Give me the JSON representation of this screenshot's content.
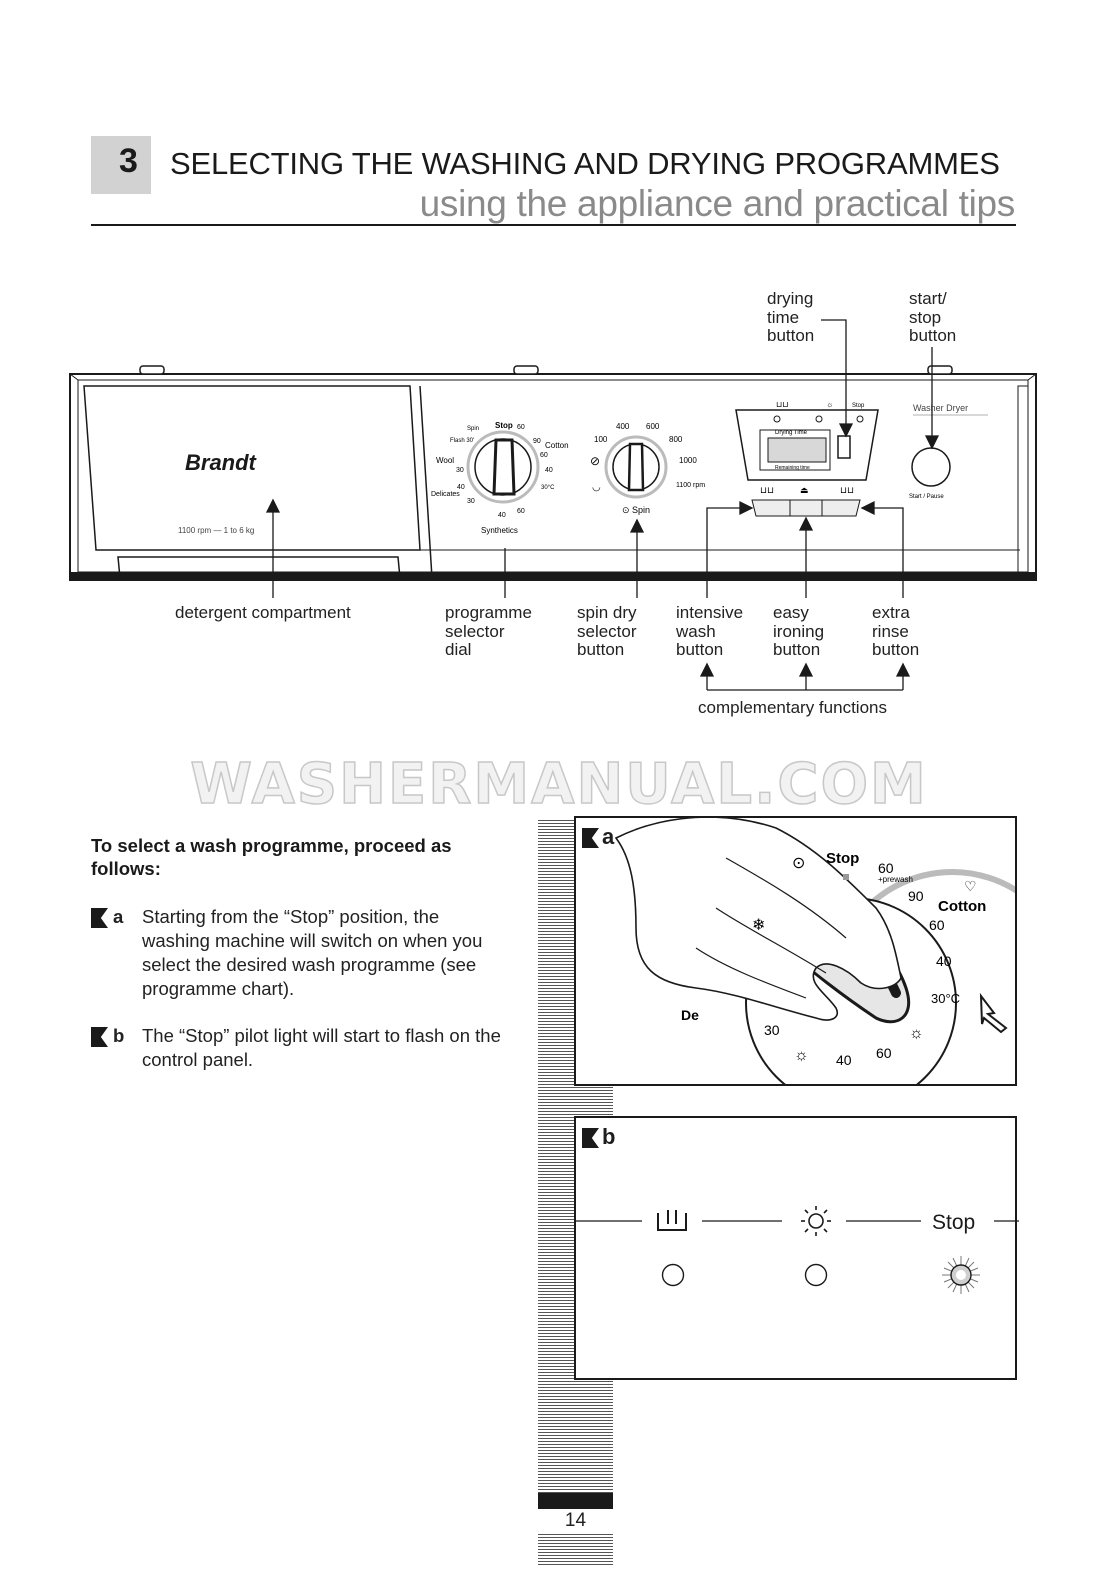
{
  "header": {
    "section_number": "3",
    "title": "SELECTING THE WASHING AND DRYING PROGRAMMES",
    "subtitle": "using the appliance and practical tips"
  },
  "panel": {
    "brand": "Brandt",
    "capacity": "1100 rpm — 1 to 6 kg",
    "display_label": "Drying Time",
    "remaining_label": "Remaining time",
    "model_label": "Washer Dryer",
    "start_pause_label": "Start / Pause",
    "stop_label": "Stop",
    "dial_labels": [
      "Spin",
      "Stop",
      "60",
      "90",
      "Cotton",
      "60",
      "40",
      "30°C",
      "60",
      "40",
      "30",
      "Delicates",
      "40",
      "30",
      "Wool",
      "Flash 30'",
      "Synthetics"
    ],
    "spin_labels": [
      "400",
      "600",
      "100",
      "800",
      "1000",
      "1100 rpm",
      "Spin"
    ]
  },
  "callouts": {
    "drying_time_button": [
      "drying",
      "time",
      "button"
    ],
    "start_stop_button": [
      "start/",
      "stop",
      "button"
    ],
    "detergent_compartment": "detergent compartment",
    "programme_selector_dial": [
      "programme",
      "selector",
      "dial"
    ],
    "spin_dry_selector_button": [
      "spin dry",
      "selector",
      "button"
    ],
    "intensive_wash_button": [
      "intensive",
      "wash",
      "button"
    ],
    "easy_ironing_button": [
      "easy",
      "ironing",
      "button"
    ],
    "extra_rinse_button": [
      "extra",
      "rinse",
      "button"
    ],
    "complementary_functions": "complementary functions"
  },
  "watermark": "WASHERMANUAL.COM",
  "instructions": {
    "intro": "To select a wash programme, proceed as follows:",
    "steps": [
      {
        "letter": "a",
        "text": "Starting from the “Stop” position, the washing machine will switch on when you select the desired wash programme (see programme chart)."
      },
      {
        "letter": "b",
        "text": "The “Stop” pilot light will start to flash on the control panel."
      }
    ]
  },
  "figure_a": {
    "label": "a",
    "dial_text": [
      "Stop",
      "60",
      "+prewash",
      "90",
      "Cotton",
      "60",
      "40",
      "30°C",
      "60",
      "40",
      "30",
      "De"
    ]
  },
  "figure_b": {
    "label": "b",
    "stop_text": "Stop"
  },
  "page_number": "14"
}
